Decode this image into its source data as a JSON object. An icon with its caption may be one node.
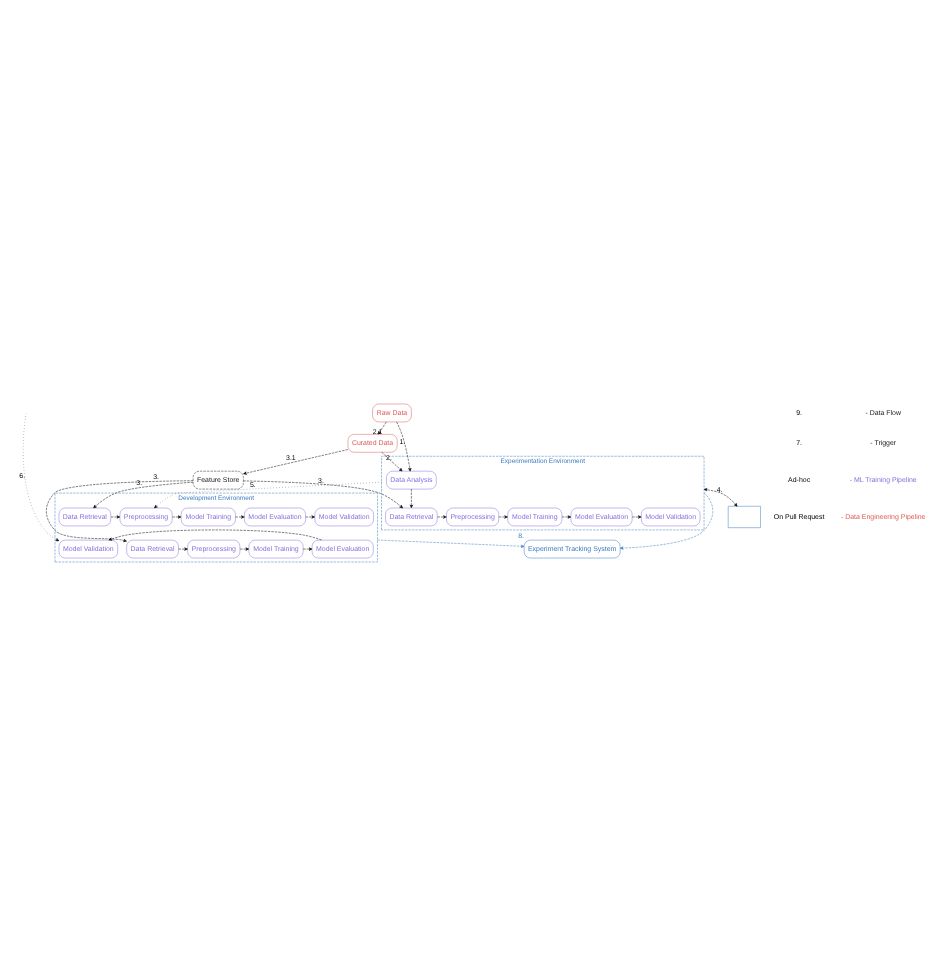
{
  "diagram": {
    "nodes": [
      {
        "text": [
          "Raw Data"
        ]
      },
      {
        "text": [
          "Curated Data"
        ]
      },
      {
        "text": [
          "Experimentation Environment"
        ]
      },
      {
        "text": [
          "Data Analysis"
        ],
        "in": 2
      },
      {
        "text": [
          "Data Retrieval"
        ],
        "in": 2
      },
      {
        "text": [
          "Preprocessing"
        ],
        "in": 2
      },
      {
        "text": [
          "Model Training"
        ],
        "in": 2
      },
      {
        "text": [
          "Model Evaluation"
        ],
        "in": 2
      },
      {
        "text": [
          "Model Validation"
        ],
        "in": 2
      },
      {
        "text": [
          "Feature Store"
        ]
      },
      {
        "text": [
          "Experiment Tracking System"
        ],
        "beside": [
          "8."
        ]
      },
      {
        "text": [
          "Development Environment"
        ]
      },
      {
        "text": [
          "Data Retrieval"
        ],
        "in": 11
      },
      {
        "text": [
          "Preprocessing"
        ],
        "in": 11
      },
      {
        "text": [
          "Model Training"
        ],
        "in": 11
      },
      {
        "text": [
          "Model Evaluation"
        ],
        "in": 11
      },
      {
        "text": [
          "Model Validation"
        ],
        "in": 11
      },
      {
        "text": [
          "Data Retrieval"
        ],
        "in": 11
      },
      {
        "text": [
          "Preprocessing"
        ],
        "in": 11
      },
      {
        "text": [
          "Model Training"
        ],
        "in": 11
      },
      {
        "text": [
          "Model Evaluation"
        ],
        "in": 11
      },
      {
        "text": [
          "Model Validation"
        ],
        "in": 11
      },
      {
        "text": [],
        "shape": "box"
      }
    ],
    "edges": [
      {
        "from": 0,
        "to": 1,
        "arrow": "to",
        "style": "dashed",
        "label": "2.1"
      },
      {
        "from": 0,
        "to": 3,
        "arrow": "to",
        "style": "dashed",
        "label": "1."
      },
      {
        "from": 1,
        "to": 3,
        "arrow": "to",
        "style": "dashed",
        "label": "2."
      },
      {
        "from": 1,
        "to": 9,
        "arrow": "to",
        "style": "dashed",
        "label": "3.1"
      },
      {
        "from": 3,
        "to": 4,
        "arrow": "to",
        "style": "dashed"
      },
      {
        "from": 4,
        "to": 5,
        "arrow": "to",
        "style": "dashed"
      },
      {
        "from": 5,
        "to": 6,
        "arrow": "to",
        "style": "dashed"
      },
      {
        "from": 6,
        "to": 7,
        "arrow": "to",
        "style": "dashed"
      },
      {
        "from": 7,
        "to": 8,
        "arrow": "to",
        "style": "dashed"
      },
      {
        "from": 9,
        "to": 4,
        "arrow": "to",
        "style": "dashed",
        "label": "3."
      },
      {
        "from": 9,
        "to": 12,
        "arrow": "to",
        "style": "dashed",
        "label": "3."
      },
      {
        "from": 9,
        "to": 17,
        "arrow": "to",
        "style": "dashed",
        "label": "3."
      },
      {
        "from": 12,
        "to": 13,
        "arrow": "to",
        "style": "dashed"
      },
      {
        "from": 13,
        "to": 14,
        "arrow": "to",
        "style": "dashed"
      },
      {
        "from": 14,
        "to": 15,
        "arrow": "to",
        "style": "dashed"
      },
      {
        "from": 15,
        "to": 16,
        "arrow": "to",
        "style": "dashed"
      },
      {
        "from": 17,
        "to": 18,
        "arrow": "to",
        "style": "dashed"
      },
      {
        "from": 18,
        "to": 19,
        "arrow": "to",
        "style": "dashed"
      },
      {
        "from": 19,
        "to": 20,
        "arrow": "to",
        "style": "dashed"
      },
      {
        "from": 20,
        "to": 21,
        "arrow": "to",
        "style": "dashed"
      },
      {
        "from": 2,
        "to": 22,
        "arrow": "both",
        "style": "dashed",
        "label": "4."
      },
      {
        "from": 2,
        "to": 10,
        "arrow": "to",
        "style": "dashed",
        "color": "#3b7bbf"
      },
      {
        "from": 11,
        "to": 10,
        "arrow": "to",
        "style": "dashed",
        "color": "#3b7bbf"
      },
      {
        "from": 2,
        "to": 13,
        "arrow": "to",
        "label": "5."
      },
      {
        "from": null,
        "to": 21,
        "arrow": "to",
        "label": "6."
      }
    ],
    "labels": [
      "9.",
      "7.",
      "Ad-hoc",
      "On Pull Request"
    ],
    "legend": [
      {
        "text": "- Data Flow"
      },
      {
        "text": "- Trigger"
      },
      {
        "text": "- ML Training Pipeline"
      },
      {
        "text": "- Data Engineering Pipeline"
      }
    ]
  }
}
